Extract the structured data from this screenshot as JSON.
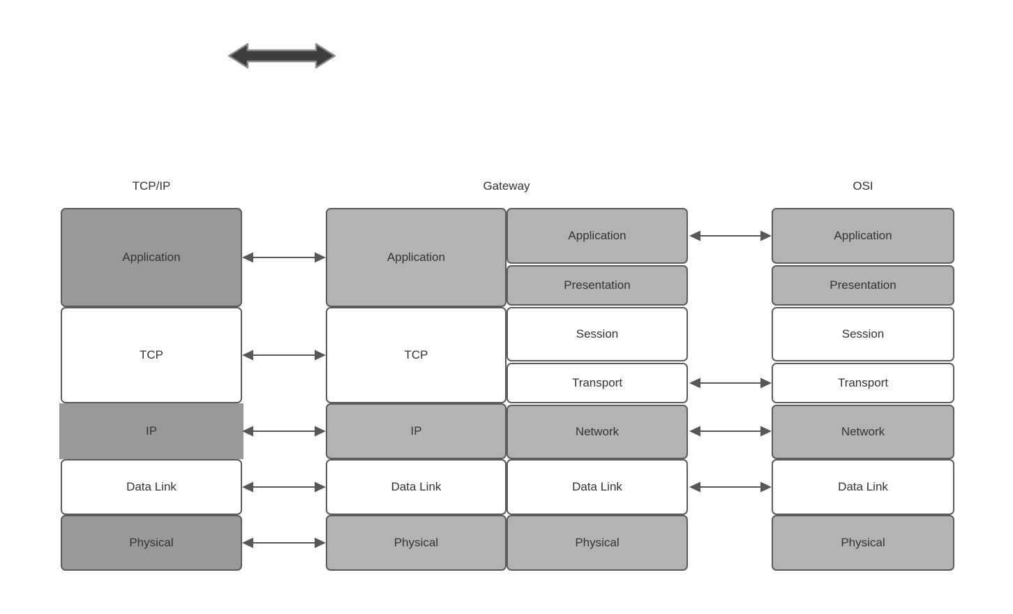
{
  "palette": {
    "background": "#ffffff",
    "box_dark_gray": "#999999",
    "box_light_gray": "#b3b3b3",
    "box_white": "#ffffff",
    "box_border": "#5b5b5b",
    "text": "#333333",
    "thin_arrow": "#575757",
    "thick_arrow_fill": "#3d3d3d",
    "thick_arrow_stroke": "#8f8f8f"
  },
  "icons": {
    "double_arrow": "double-arrow-icon"
  },
  "headers": [
    {
      "id": "tcpip",
      "label": "TCP/IP"
    },
    {
      "id": "gateway",
      "label": "Gateway"
    },
    {
      "id": "osi",
      "label": "OSI"
    }
  ],
  "columns": [
    {
      "id": "tcpip",
      "rows": [
        {
          "label": "Application",
          "shade": "dark"
        },
        {
          "label": "TCP",
          "shade": "white"
        },
        {
          "label": "IP",
          "shade": "dark",
          "borderless": true
        },
        {
          "label": "Data Link",
          "shade": "white"
        },
        {
          "label": "Physical",
          "shade": "dark"
        }
      ]
    },
    {
      "id": "gateway_left",
      "rows": [
        {
          "label": "Application",
          "shade": "light"
        },
        {
          "label": "TCP",
          "shade": "white"
        },
        {
          "label": "IP",
          "shade": "light"
        },
        {
          "label": "Data Link",
          "shade": "white"
        },
        {
          "label": "Physical",
          "shade": "light"
        }
      ]
    },
    {
      "id": "gateway_right",
      "rows": [
        {
          "label": "Application",
          "shade": "light"
        },
        {
          "label": "Presentation",
          "shade": "light"
        },
        {
          "label": "Session",
          "shade": "white"
        },
        {
          "label": "Transport",
          "shade": "white"
        },
        {
          "label": "Network",
          "shade": "light"
        },
        {
          "label": "Data Link",
          "shade": "white"
        },
        {
          "label": "Physical",
          "shade": "light"
        }
      ]
    },
    {
      "id": "osi",
      "rows": [
        {
          "label": "Application",
          "shade": "light"
        },
        {
          "label": "Presentation",
          "shade": "light"
        },
        {
          "label": "Session",
          "shade": "white"
        },
        {
          "label": "Transport",
          "shade": "white"
        },
        {
          "label": "Network",
          "shade": "light"
        },
        {
          "label": "Data Link",
          "shade": "white"
        },
        {
          "label": "Physical",
          "shade": "light"
        }
      ]
    }
  ],
  "connections": [
    {
      "from": "tcpip",
      "to": "gateway",
      "layer": "Application"
    },
    {
      "from": "tcpip",
      "to": "gateway",
      "layer": "TCP"
    },
    {
      "from": "tcpip",
      "to": "gateway",
      "layer": "IP"
    },
    {
      "from": "tcpip",
      "to": "gateway",
      "layer": "Data Link"
    },
    {
      "from": "tcpip",
      "to": "gateway",
      "layer": "Physical"
    },
    {
      "from": "gateway",
      "to": "osi",
      "layer": "Application"
    },
    {
      "from": "gateway",
      "to": "osi",
      "layer": "Transport"
    },
    {
      "from": "gateway",
      "to": "osi",
      "layer": "Network"
    },
    {
      "from": "gateway",
      "to": "osi",
      "layer": "Data Link"
    }
  ]
}
